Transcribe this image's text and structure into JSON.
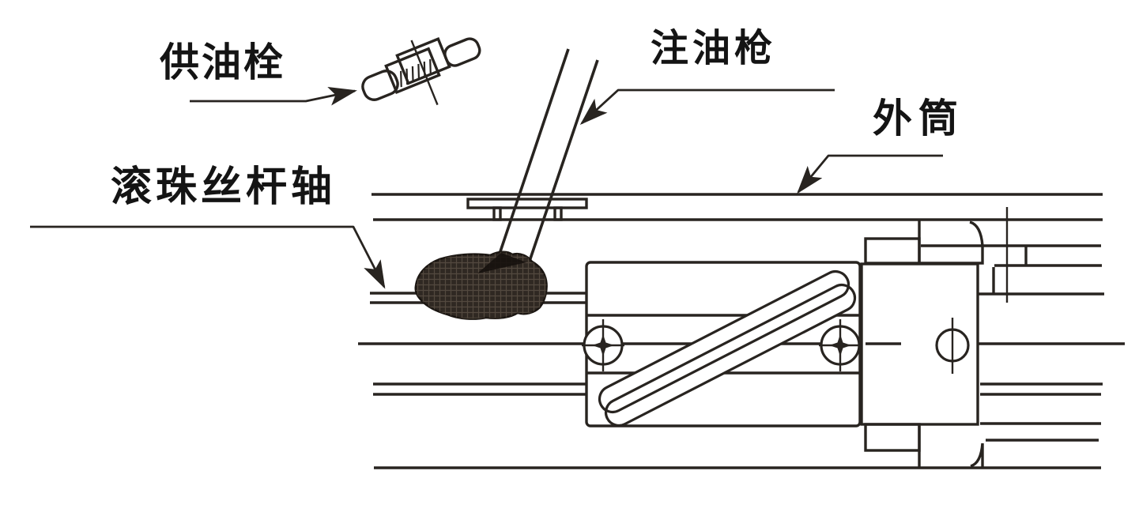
{
  "diagram": {
    "type": "technical-line-drawing",
    "subject": "ball-screw-lubrication-section-view",
    "labels": {
      "oil_supply_plug": "供油栓",
      "grease_gun": "注油枪",
      "outer_cylinder": "外筒",
      "ball_screw_shaft": "滚珠丝杆轴"
    },
    "colors": {
      "line": "#282420",
      "background": "#ffffff",
      "grease_blob": "#2f2822"
    }
  }
}
